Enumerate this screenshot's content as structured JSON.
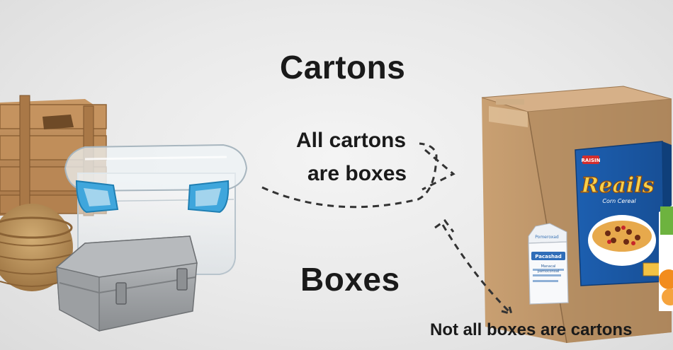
{
  "labels": {
    "cartons_title": "Cartons",
    "boxes_title": "Boxes",
    "all_cartons_line1": "All cartons",
    "all_cartons_line2": "are boxes",
    "not_all_boxes": "Not all boxes are cartons"
  },
  "product_text": {
    "cereal_brand": "Reails",
    "cereal_tag": "RAISIN",
    "cereal_sub": "Corn Cereal",
    "milk_line1": "Pomeroxad",
    "milk_line2": "Pacashad",
    "milk_line3": "Manacal\npamoconoal"
  },
  "colors": {
    "text": "#1a1a1a",
    "arrow": "#333333",
    "cardboard": "#c49a6c",
    "wood": "#b98a58",
    "clip_blue": "#3fa6dc",
    "cereal_blue": "#1e63b4"
  }
}
